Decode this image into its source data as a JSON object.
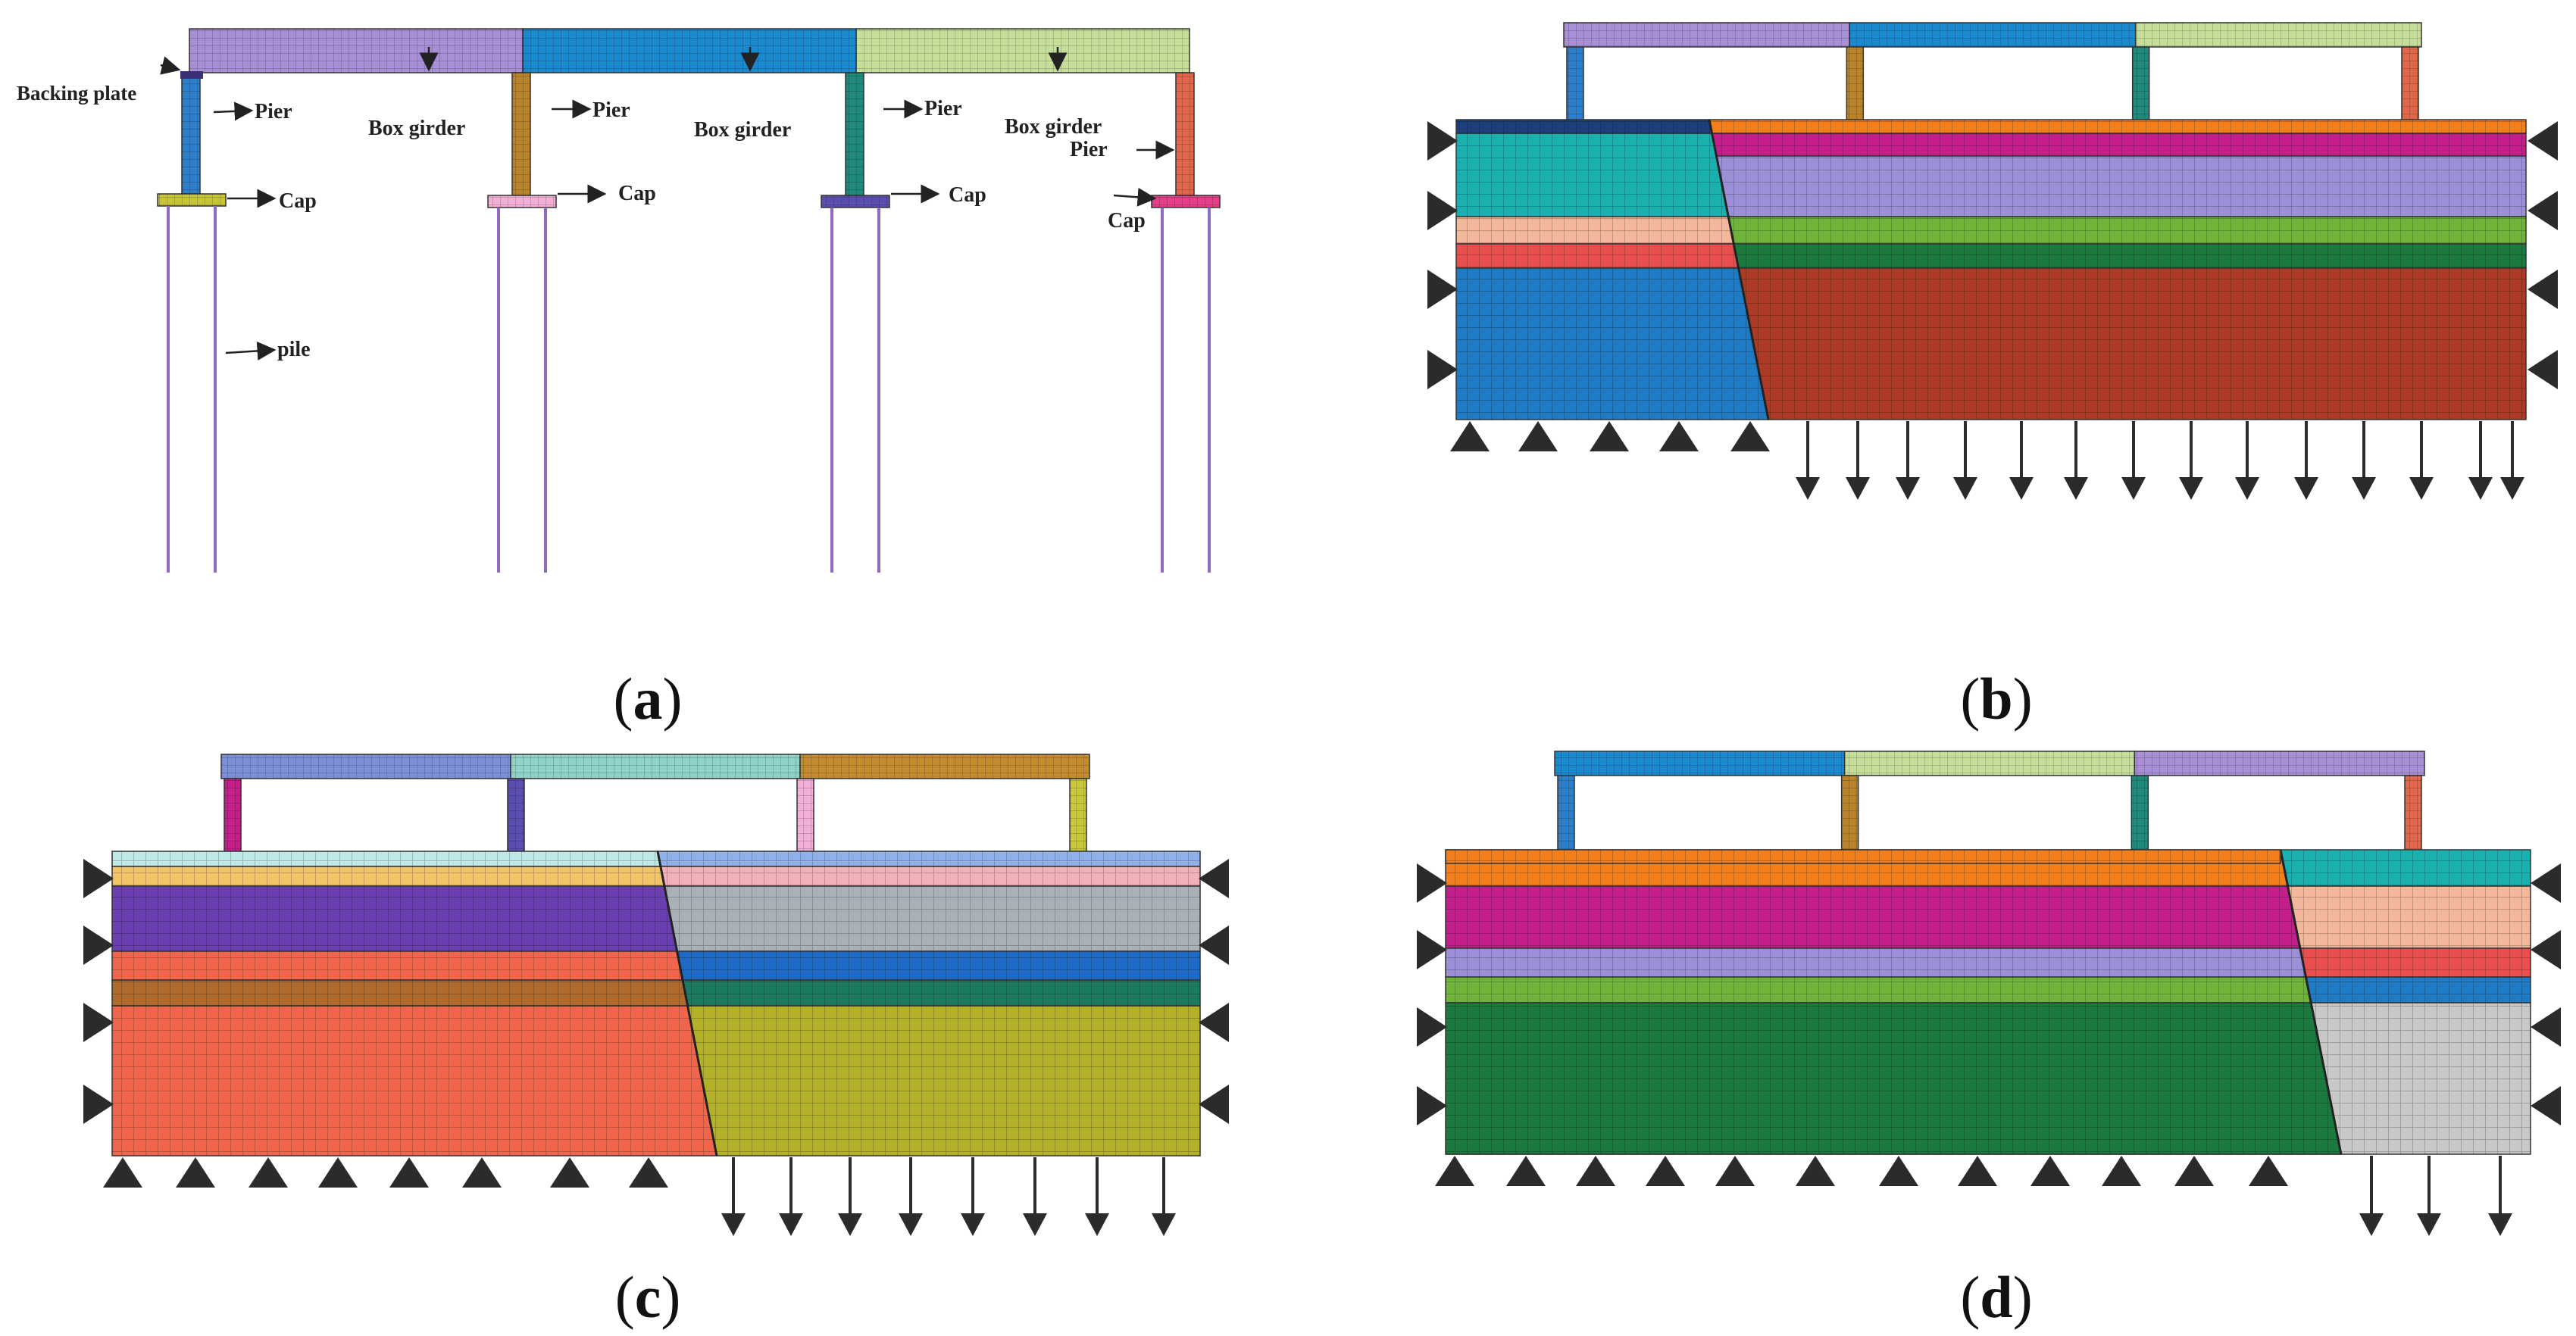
{
  "panel_a": {
    "labels": {
      "backing_plate": "Backing plate",
      "pier": "Pier",
      "box_girder": "Box girder",
      "cap": "Cap",
      "pile": "pile"
    },
    "girder_colors": [
      "#a98fd6",
      "#1a8ad0",
      "#c5df9b"
    ],
    "pier_colors": [
      "#2e7fcb",
      "#b9832c",
      "#1f8a7c",
      "#e0664c"
    ],
    "cap_colors": [
      "#c7c43a",
      "#f2b0d6",
      "#5a4fb0",
      "#e43f88"
    ],
    "pile_color": "#8e6bc0"
  },
  "panel_b": {
    "girder_colors": [
      "#a98fd6",
      "#1a8ad0",
      "#c5df9b"
    ],
    "pier_colors": [
      "#2e7fcb",
      "#b9832c",
      "#1f8a7c",
      "#e0664c"
    ],
    "left_layers": [
      "#1c3e7a",
      "#1ab0b0",
      "#f3b89c",
      "#ea4f4f",
      "#1f7bc4"
    ],
    "right_layers": [
      "#f27e1c",
      "#c21f8a",
      "#9b8fd8",
      "#6fb43a",
      "#1c7a3e",
      "#ab3a26"
    ]
  },
  "panel_c": {
    "girder_colors": [
      "#7b8fd8",
      "#8fd2c8",
      "#c48a2e"
    ],
    "pier_colors": [
      "#c41f8a",
      "#5a4fb0",
      "#f2b0d6",
      "#c9c83a"
    ],
    "left_layers": [
      "#bfe8e8",
      "#f2c468",
      "#6a3fb0",
      "#f0664c",
      "#b06a2e",
      "#f0664c"
    ],
    "right_layers": [
      "#8fb0e8",
      "#f2b0b8",
      "#a9b0b8",
      "#1f6ac4",
      "#1c7a5e",
      "#b3b02a"
    ]
  },
  "panel_d": {
    "girder_colors": [
      "#1a8ad0",
      "#c5df9b",
      "#a98fd6"
    ],
    "pier_colors": [
      "#2e7fcb",
      "#b9832c",
      "#1f8a7c",
      "#e0664c"
    ],
    "left_layers": [
      "#f27e1c",
      "#c21f8a",
      "#9b8fd8",
      "#6fb43a",
      "#1c7a3e",
      "#ab3a26"
    ],
    "right_layers": [
      "#1ab0b0",
      "#f3b89c",
      "#ea4f4f",
      "#1f7bc4",
      "#c8c8c8"
    ]
  },
  "captions": {
    "a": "a",
    "b": "b",
    "c": "c",
    "d": "d"
  },
  "support_color": "#2b2b2b"
}
